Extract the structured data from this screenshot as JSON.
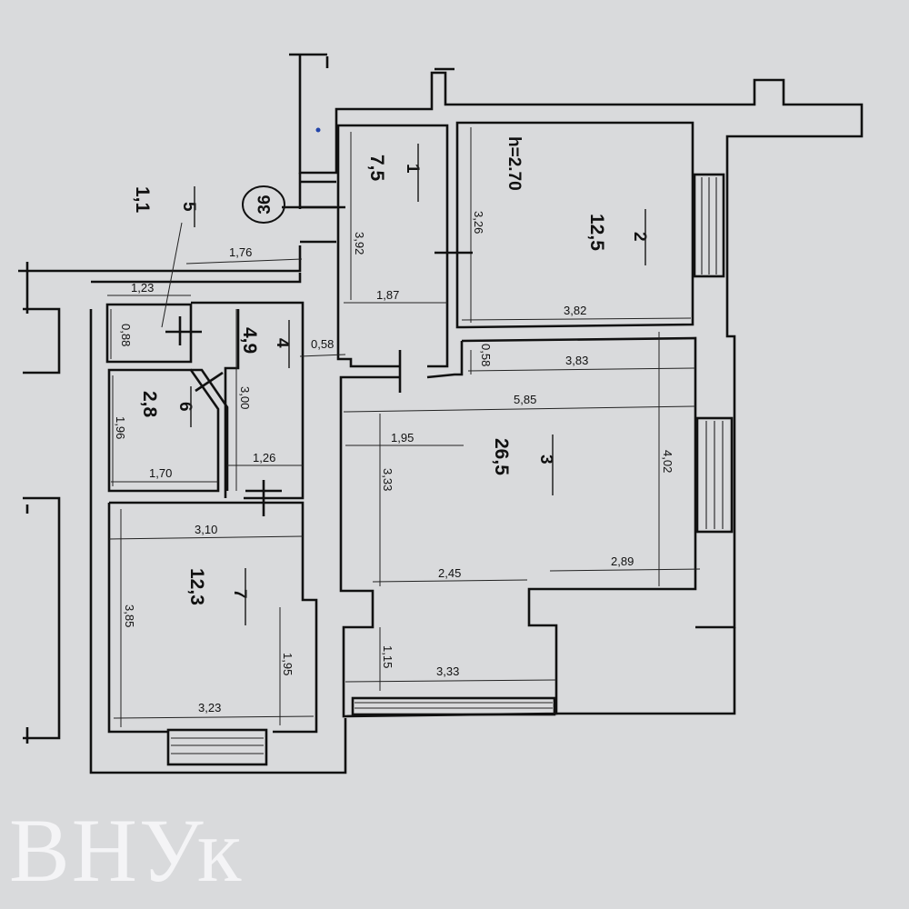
{
  "building_number": "36",
  "ceiling_height": "h=2.70",
  "rooms": [
    {
      "id": "1",
      "area": "7,5"
    },
    {
      "id": "2",
      "area": "12,5"
    },
    {
      "id": "3",
      "area": "26,5"
    },
    {
      "id": "4",
      "area": "4,9"
    },
    {
      "id": "5",
      "area": "1,1"
    },
    {
      "id": "6",
      "area": "2,8"
    },
    {
      "id": "7",
      "area": "12,3"
    }
  ],
  "dimensions": {
    "d176": "1,76",
    "d123": "1,23",
    "d088": "0,88",
    "d392": "3,92",
    "d187": "1,87",
    "d326": "3,26",
    "d382": "3,82",
    "d058a": "0,58",
    "d058b": "0,58",
    "d383": "3,83",
    "d585": "5,85",
    "d300": "3,00",
    "d196": "1,96",
    "d170": "1,70",
    "d126": "1,26",
    "d195a": "1,95",
    "d333a": "3,33",
    "d402": "4,02",
    "d245": "2,45",
    "d289": "2,89",
    "d310": "3,10",
    "d385": "3,85",
    "d195b": "1,95",
    "d323": "3,23",
    "d115": "1,15",
    "d333b": "3,33"
  },
  "watermark": "ВНУк"
}
